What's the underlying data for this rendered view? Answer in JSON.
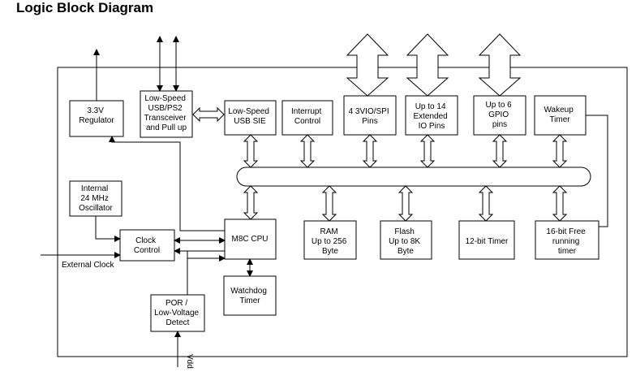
{
  "title": "Logic Block Diagram",
  "blocks": {
    "regulator": [
      "3.3V",
      "Regulator"
    ],
    "transceiver": [
      "Low-Speed",
      "USB/PS2",
      "Transceiver",
      "and Pull up"
    ],
    "usb_sie": [
      "Low-Speed",
      "USB SIE"
    ],
    "interrupt": [
      "Interrupt",
      "Control"
    ],
    "spi_pins": [
      "4 3VIO/SPI",
      "Pins"
    ],
    "extended_io": [
      "Up to 14",
      "Extended",
      "IO Pins"
    ],
    "gpio": [
      "Up to 6",
      "GPIO",
      "pins"
    ],
    "wakeup": [
      "Wakeup",
      "Timer"
    ],
    "oscillator": [
      "Internal",
      "24 MHz",
      "Oscillator"
    ],
    "clock_control": [
      "Clock",
      "Control"
    ],
    "cpu": [
      "M8C CPU"
    ],
    "ram": [
      "RAM",
      "Up to 256",
      "Byte"
    ],
    "flash": [
      "Flash",
      "Up to 8K",
      "Byte"
    ],
    "timer12": [
      "12-bit Timer"
    ],
    "timer16": [
      "16-bit Free",
      "running",
      "timer"
    ],
    "watchdog": [
      "Watchdog",
      "Timer"
    ],
    "por": [
      "POR /",
      "Low-Voltage",
      "Detect"
    ]
  },
  "labels": {
    "external_clock": "External Clock",
    "vdd": "Vdd"
  }
}
